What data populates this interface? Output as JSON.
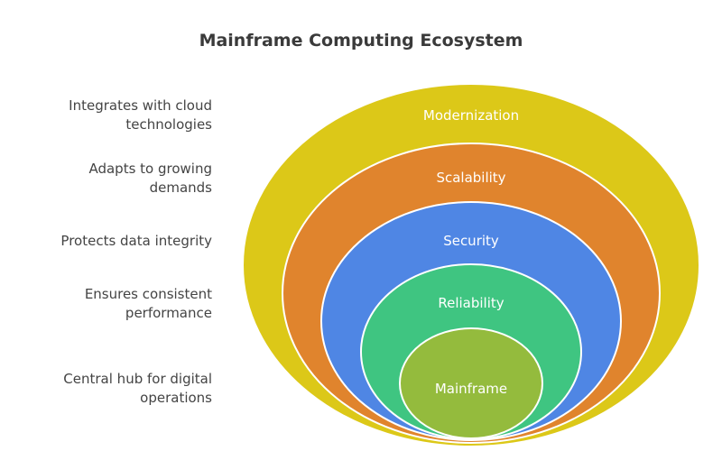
{
  "title": "Mainframe Computing Ecosystem",
  "layers": [
    {
      "label": "Modernization",
      "description": "Integrates with cloud\ntechnologies",
      "color": "#dcc818"
    },
    {
      "label": "Scalability",
      "description": "Adapts to growing\ndemands",
      "color": "#e0842d"
    },
    {
      "label": "Security",
      "description": "Protects data integrity",
      "color": "#4f86e4"
    },
    {
      "label": "Reliability",
      "description": "Ensures consistent\nperformance",
      "color": "#3fc581"
    },
    {
      "label": "Mainframe",
      "description": "Central hub for digital\noperations",
      "color": "#94bb3d"
    }
  ]
}
